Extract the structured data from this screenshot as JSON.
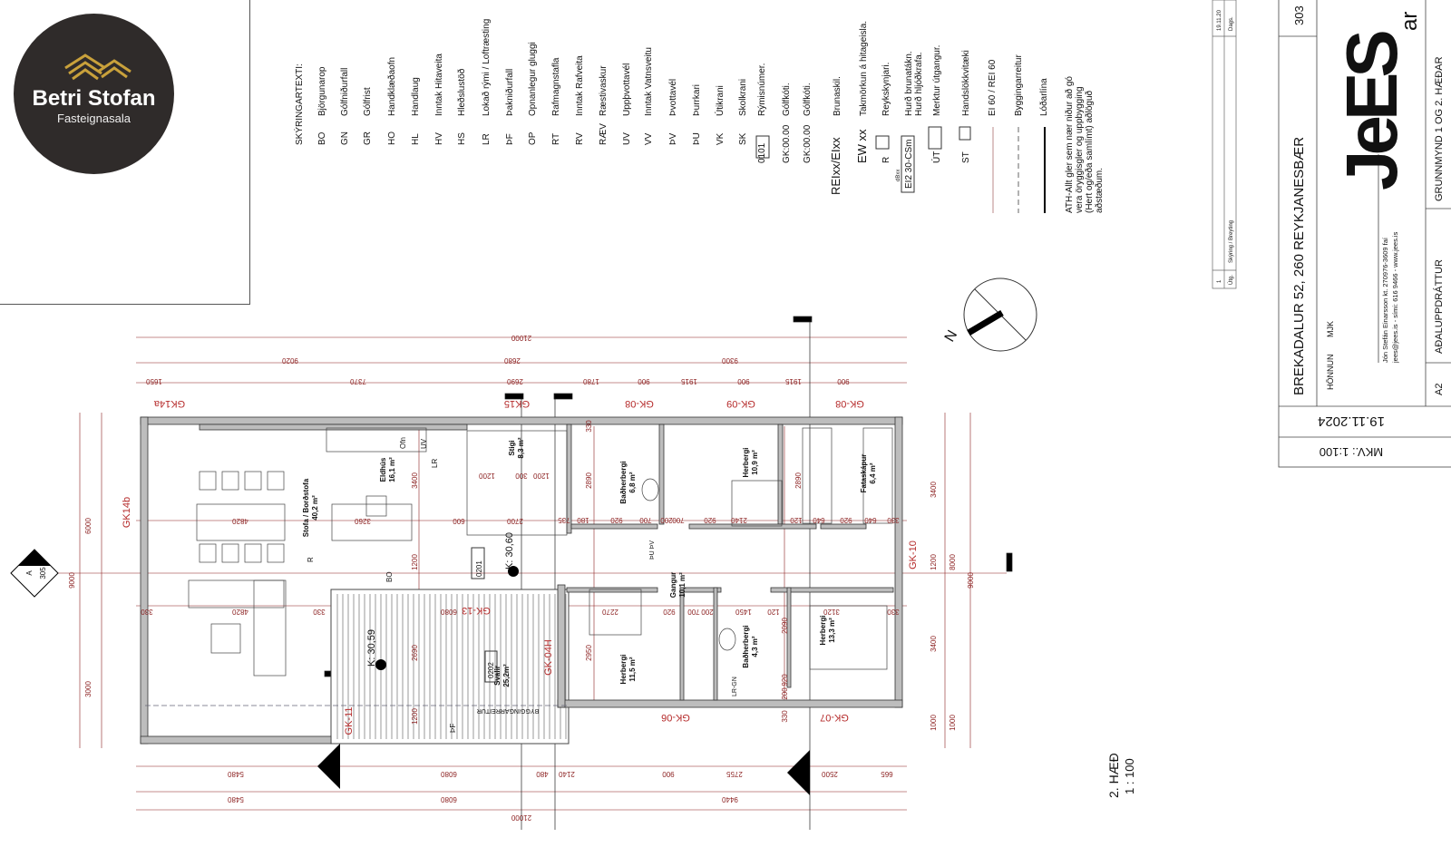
{
  "logo": {
    "name": "Betri Stofan",
    "subtitle": "Fasteignasala"
  },
  "legend": {
    "title": "SKÝRINGARTEXTI:",
    "items": [
      {
        "code": "BO",
        "label": "Björgunarop"
      },
      {
        "code": "GN",
        "label": "Gólfniðurfall"
      },
      {
        "code": "GR",
        "label": "Gólfrist"
      },
      {
        "code": "HO",
        "label": "Handklæðaofn"
      },
      {
        "code": "HL",
        "label": "Handlaug"
      },
      {
        "code": "HV",
        "label": "Inntak Hitaveita"
      },
      {
        "code": "HS",
        "label": "Hleðslustöð"
      },
      {
        "code": "LR",
        "label": "Lokað rými / Loftræsting"
      },
      {
        "code": "ÞF",
        "label": "Þakniðurfall"
      },
      {
        "code": "OP",
        "label": "Opnanlegur gluggi"
      },
      {
        "code": "RT",
        "label": "Rafmagnstafla"
      },
      {
        "code": "RV",
        "label": "Inntak Rafveita"
      },
      {
        "code": "RÆV",
        "label": "Ræstivaskur"
      },
      {
        "code": "UV",
        "label": "Uppþvottavél"
      },
      {
        "code": "VV",
        "label": "Inntak Vatnsveitu"
      },
      {
        "code": "ÞV",
        "label": "Þvottavél"
      },
      {
        "code": "ÞU",
        "label": "Þurrkari"
      },
      {
        "code": "VK",
        "label": "Útikrani"
      },
      {
        "code": "SK",
        "label": "Skolkrani"
      }
    ],
    "symbols": [
      {
        "code": "0101",
        "label": "Rýmisnúmer."
      },
      {
        "code": "GK:00.00",
        "label": "Gólfkóti."
      },
      {
        "code": "GK:00.00",
        "label": "Gólfkóti."
      },
      {
        "code": "REIxx/EIxx",
        "label": "Brunaskil."
      },
      {
        "code": "EW xx",
        "label": "Takmörkun á hitageisla."
      },
      {
        "code": "R",
        "label": "Reykskynjari."
      },
      {
        "code": "EI2 30-CSm",
        "sub": "dBxx",
        "label": "Hurð brunatákn.",
        "label2": "Hurð hljóðkrafa."
      },
      {
        "code": "ÚT",
        "label": "Merktur útgangur."
      },
      {
        "code": "ST",
        "label": "Handslökkvitæki"
      },
      {
        "code": "",
        "label": "EI 60 / REI 60"
      },
      {
        "code": "",
        "label": "Byggingarreitur"
      },
      {
        "code": "",
        "label": "Lóðarlína"
      }
    ],
    "note": [
      "ATH-Allt gler sem nær niður að gó",
      "vera öryggisgler og uppbygging",
      "(Hert og/eða samlímt) aðlöguð",
      "aðstæðum."
    ]
  },
  "revision_table": {
    "rev": "1",
    "rev_header": "Útg.",
    "change_header": "Skýring / Breyting",
    "date": "19.11.20",
    "date_header": "Dags."
  },
  "title_block": {
    "project": "BREKADALUR 52, 260 REYKJANESBÆR",
    "design_label": "HÖNNUN",
    "designer": "MJK",
    "architect_line1": "Jón Stefán Einarsson  kt. 270976-3609  faí",
    "architect_line2": "jees@jees.is - sími: 616 9466 - www.jees.is",
    "firm_logo": "JeES",
    "firm_logo_suffix": "ar",
    "sheet_size": "A2",
    "drawing_type": "AÐALUPPDRÁTTUR",
    "drawing_title": "GRUNNMYND 1 OG 2. HÆÐAR",
    "drawing_number": "303",
    "date": "19.11.2024",
    "scale": "MKV.: 1:100"
  },
  "plan": {
    "level": "2. HÆÐ",
    "scale": "1 : 100",
    "section_marker": {
      "letter": "A",
      "sheet": "305"
    },
    "north": "N",
    "rooms": [
      {
        "name": "Stofa / Borðstofa",
        "area": "40,2 m²"
      },
      {
        "name": "Eldhús",
        "area": "16,1 m²"
      },
      {
        "name": "Stigi",
        "area": "8,3 m²"
      },
      {
        "name": "Baðherbergi",
        "area": "6,8 m²"
      },
      {
        "name": "Herbergi",
        "area": "10,9 m²"
      },
      {
        "name": "Fataskápur",
        "area": "6,4 m²"
      },
      {
        "name": "Gangur",
        "area": "10,1 m²"
      },
      {
        "name": "Herbergi",
        "area": "11,5 m²"
      },
      {
        "name": "Baðherbergi",
        "area": "4,3 m²"
      },
      {
        "name": "Herbergi",
        "area": "13,3 m²"
      },
      {
        "name": "Svalir",
        "area": "25,2m²"
      }
    ],
    "room_numbers": [
      "0201",
      "0202"
    ],
    "levels": [
      "K: 30,60",
      "K: 30,59"
    ],
    "fixtures": [
      "Ofn",
      "UV",
      "LR",
      "BO",
      "R",
      "ÞF",
      "LR-GN",
      "ÞU ÞV"
    ],
    "building_line": "BYGGINGARREITUR",
    "grid_labels": [
      "GK14a",
      "GK15",
      "GK-08",
      "GK-09",
      "GK-08",
      "GK14b",
      "GK-10",
      "GK-13",
      "GK-04H",
      "GK-11",
      "GK-06",
      "GK-07"
    ],
    "dims_top": [
      "21000",
      "9020",
      "2680",
      "9300",
      "1650",
      "7370",
      "2690",
      "1780",
      "900",
      "1915",
      "900",
      "1915",
      "900"
    ],
    "dims_bottom": [
      "5480",
      "6080",
      "480",
      "2140",
      "900",
      "2755",
      "2500",
      "665",
      "5480",
      "6080",
      "9440",
      "21000"
    ],
    "dims_left": [
      "6000",
      "3000",
      "9000"
    ],
    "dims_right": [
      "3400",
      "1200",
      "3400",
      "1000",
      "8000",
      "1000",
      "9000"
    ],
    "dims_inner": [
      "330",
      "4820",
      "3260",
      "600",
      "2700",
      "1200",
      "300",
      "1200",
      "3400",
      "1200",
      "735",
      "180",
      "920",
      "700",
      "200",
      "700",
      "920",
      "2140",
      "120",
      "640",
      "920",
      "640",
      "330",
      "2890",
      "2890",
      "330",
      "330",
      "6080",
      "4820",
      "2690",
      "1200",
      "2270",
      "920",
      "700",
      "200",
      "1450",
      "120",
      "3120",
      "330",
      "2950",
      "2090",
      "920",
      "200",
      "330"
    ]
  },
  "colors": {
    "dimension": "#8b1f1f",
    "grid": "#b52a2a",
    "logo_bg": "#2f2b2a",
    "logo_gold": "#c9a13b"
  }
}
